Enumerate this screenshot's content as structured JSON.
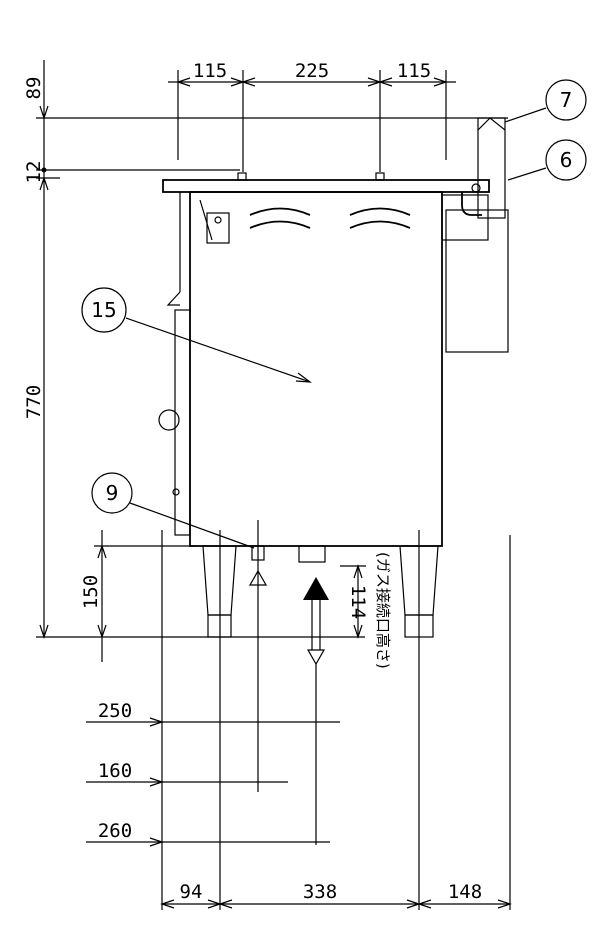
{
  "dimensions": {
    "top_left": "115",
    "top_center": "225",
    "top_right": "115",
    "left_89": "89",
    "left_12": "12",
    "left_770": "770",
    "left_150": "150",
    "gas_114": "114",
    "d250": "250",
    "d160": "160",
    "d260": "260",
    "bottom_94": "94",
    "bottom_338": "338",
    "bottom_148": "148"
  },
  "callouts": {
    "c7": "7",
    "c6": "6",
    "c15": "15",
    "c9": "9"
  },
  "gas_note": "(ガス接続口高さ)"
}
